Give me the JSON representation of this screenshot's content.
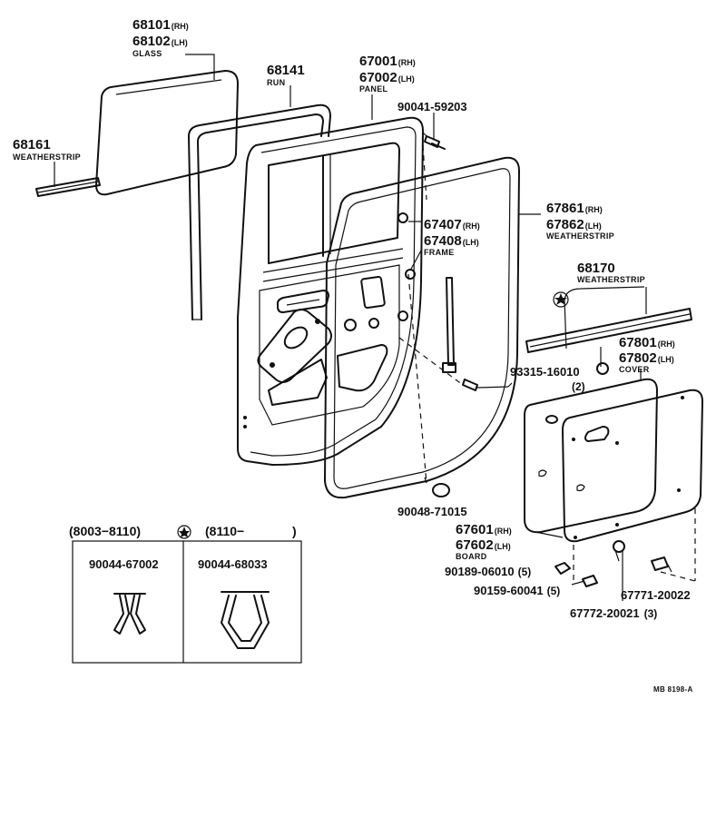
{
  "diagram_code": "MB 8198-A",
  "labels": [
    {
      "key": "glass",
      "line1": "68101",
      "suf1": "(RH)",
      "line2": "68102",
      "suf2": "(LH)",
      "name": "GLASS"
    },
    {
      "key": "run",
      "line1": "68141",
      "name": "RUN"
    },
    {
      "key": "panel",
      "line1": "67001",
      "suf1": "(RH)",
      "line2": "67002",
      "suf2": "(LH)",
      "name": "PANEL"
    },
    {
      "key": "bolt",
      "line1": "90041-59203"
    },
    {
      "key": "weatherstrip-belt",
      "line1": "68161",
      "name": "WEATHERSTRIP"
    },
    {
      "key": "weatherstrip-door",
      "line1": "67861",
      "suf1": "(RH)",
      "line2": "67862",
      "suf2": "(LH)",
      "name": "WEATHERSTRIP"
    },
    {
      "key": "frame",
      "line1": "67407",
      "suf1": "(RH)",
      "line2": "67408",
      "suf2": "(LH)",
      "name": "FRAME"
    },
    {
      "key": "weatherstrip-outer",
      "line1": "68170",
      "name": "WEATHERSTRIP"
    },
    {
      "key": "cover",
      "line1": "67801",
      "suf1": "(RH)",
      "line2": "67802",
      "suf2": "(LH)",
      "name": "COVER"
    },
    {
      "key": "screw",
      "line1": "93315-16010",
      "qty": "(2)"
    },
    {
      "key": "grommet",
      "line1": "90048-71015"
    },
    {
      "key": "board",
      "line1": "67601",
      "suf1": "(RH)",
      "line2": "67602",
      "suf2": "(LH)",
      "name": "BOARD"
    },
    {
      "key": "nut",
      "line1": "90189-06010",
      "qty": "(5)"
    },
    {
      "key": "bolt2",
      "line1": "90159-60041",
      "qty": "(5)"
    },
    {
      "key": "clip-a",
      "line1": "67771-20022"
    },
    {
      "key": "clip-b",
      "line1": "67772-20021",
      "qty": "(3)"
    }
  ],
  "clip_box": {
    "left_header": "(8003−8110)",
    "right_header": "(8110−",
    "right_close": ")",
    "left_part": "90044-67002",
    "right_part": "90044-68033"
  }
}
